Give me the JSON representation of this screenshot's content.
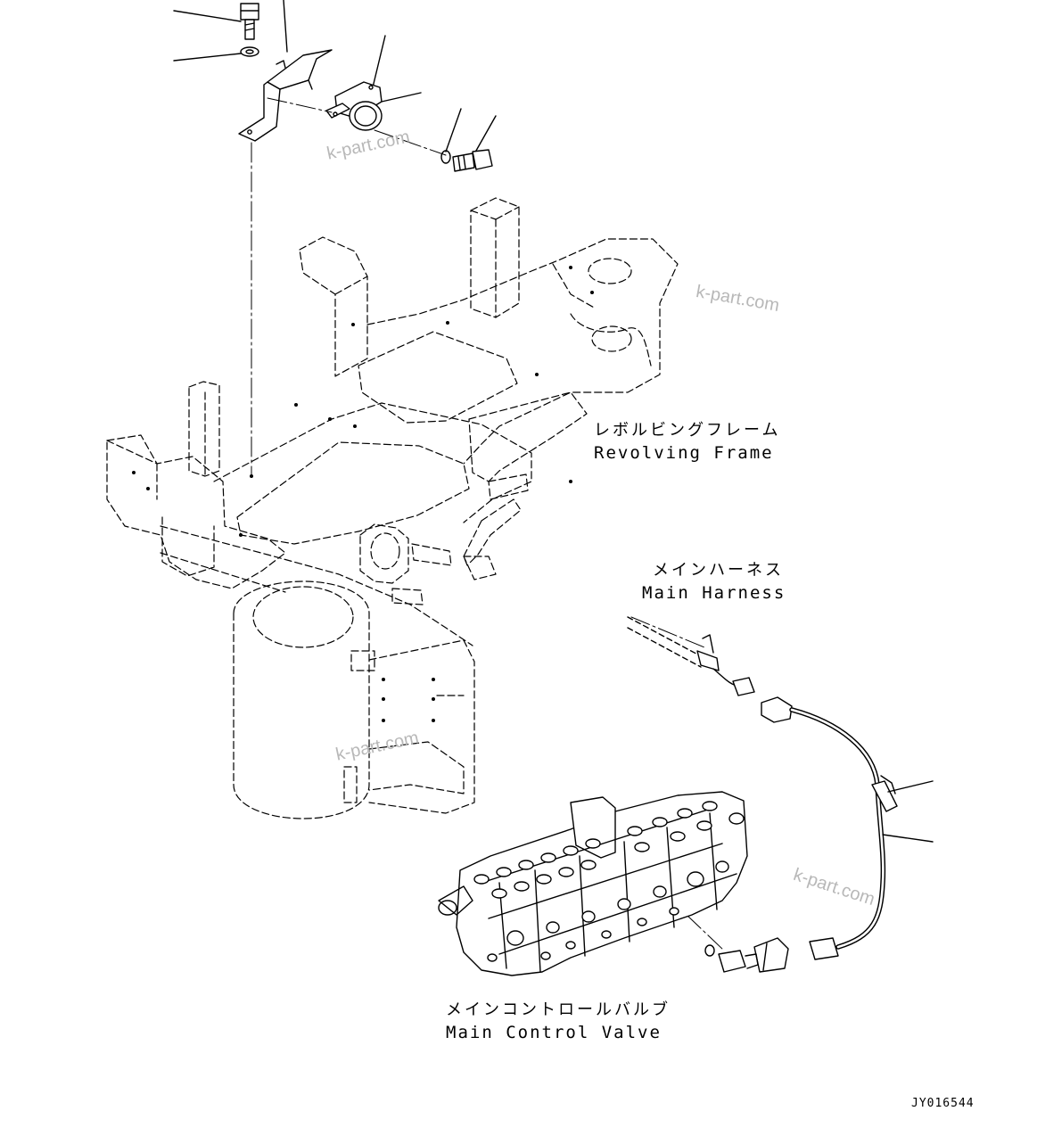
{
  "labels": {
    "revolving_frame_jp": "レボルビングフレーム",
    "revolving_frame_en": "Revolving Frame",
    "main_harness_jp": "メインハーネス",
    "main_harness_en": "Main Harness",
    "main_control_valve_jp": "メインコントロールバルブ",
    "main_control_valve_en": "Main Control Valve"
  },
  "watermark": "k-part.com",
  "drawing_code": "JY016544",
  "colors": {
    "line": "#000000",
    "watermark": "#b8b8b8",
    "background": "#ffffff"
  }
}
